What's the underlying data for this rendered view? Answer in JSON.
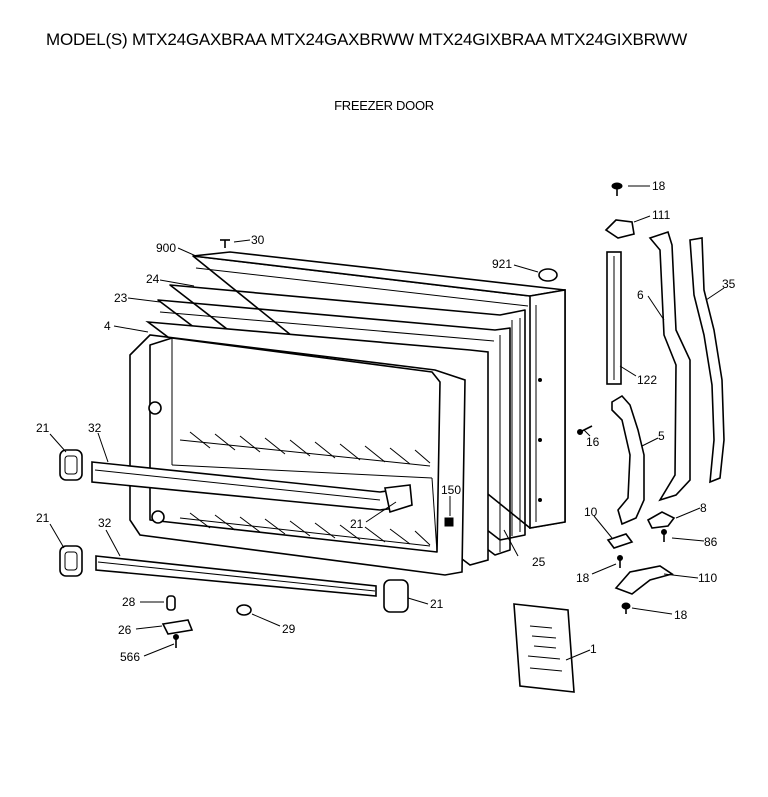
{
  "header": {
    "models": "MODEL(S) MTX24GAXBRAA  MTX24GAXBRWW  MTX24GIXBRAA  MTX24GIXBRWW",
    "section": "FREEZER DOOR"
  },
  "callouts": {
    "c18a": "18",
    "c111": "111",
    "c30": "30",
    "c900": "900",
    "c921": "921",
    "c24": "24",
    "c23": "23",
    "c4": "4",
    "c6": "6",
    "c35": "35",
    "c122": "122",
    "c21a": "21",
    "c32a": "32",
    "c5": "5",
    "c16": "16",
    "c150": "150",
    "c21b": "21",
    "c21c": "21",
    "c32b": "32",
    "c10": "10",
    "c8": "8",
    "c86": "86",
    "c25": "25",
    "c18b": "18",
    "c110": "110",
    "c28": "28",
    "c21d": "21",
    "c18c": "18",
    "c26": "26",
    "c29": "29",
    "c1": "1",
    "c566": "566"
  }
}
